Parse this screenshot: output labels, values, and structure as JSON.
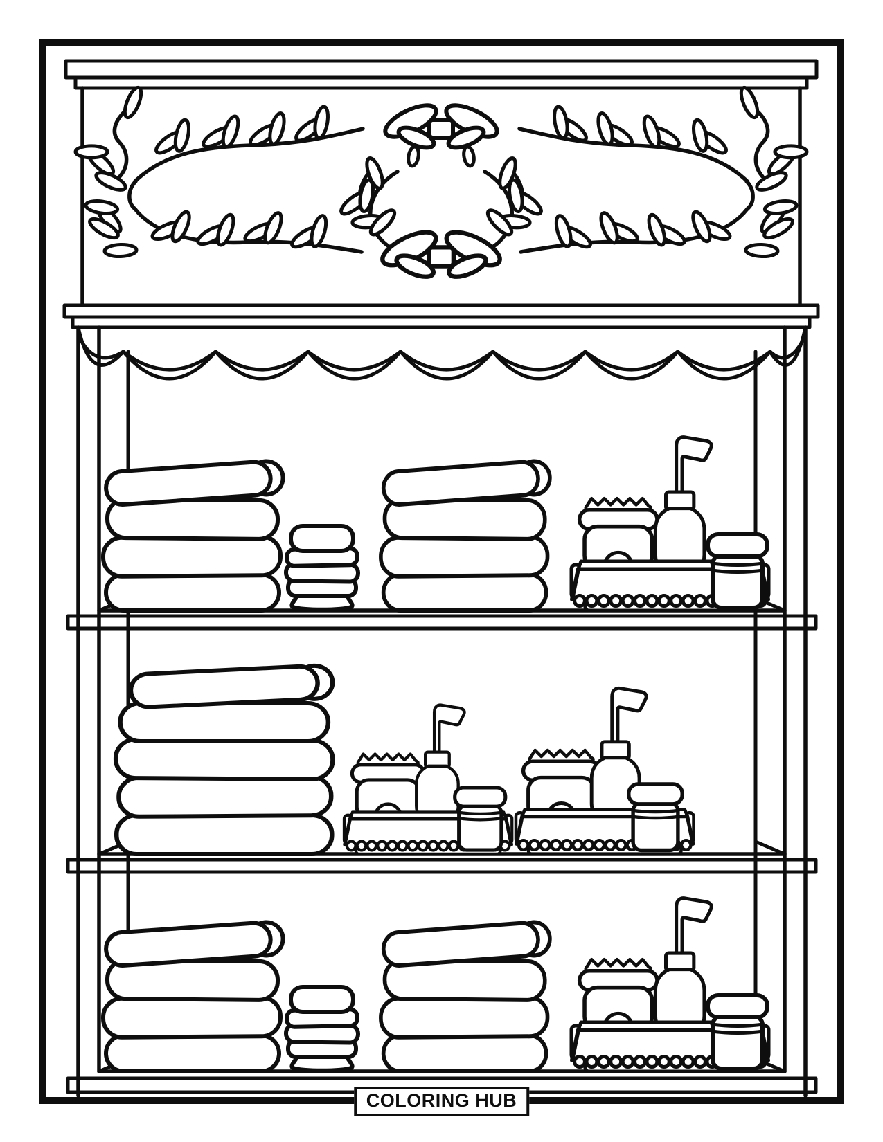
{
  "page": {
    "background_color": "#ffffff",
    "line_color": "#0e0e0e"
  },
  "badge": {
    "label": "COLORING HUB"
  },
  "illustration": {
    "type": "coloring-page-line-art",
    "subject": "bathroom-shelf-with-towels-and-toiletries",
    "decor": [
      "ribbon-bow-top",
      "leaf-wreath-with-bow",
      "leaf-vine-flourishes",
      "scalloped-valance"
    ],
    "shelves": [
      {
        "items": [
          "folded-towel-stack",
          "washcloth-stack",
          "folded-towel-stack",
          "toiletry-tray-set"
        ]
      },
      {
        "items": [
          "folded-towel-stack",
          "toiletry-tray-set",
          "toiletry-tray-set"
        ]
      },
      {
        "items": [
          "folded-towel-stack",
          "washcloth-stack",
          "folded-towel-stack",
          "toiletry-tray-set"
        ]
      }
    ],
    "tray_set_contents": [
      "scrub-jar",
      "pump-soap-dispenser",
      "cream-jar"
    ]
  }
}
